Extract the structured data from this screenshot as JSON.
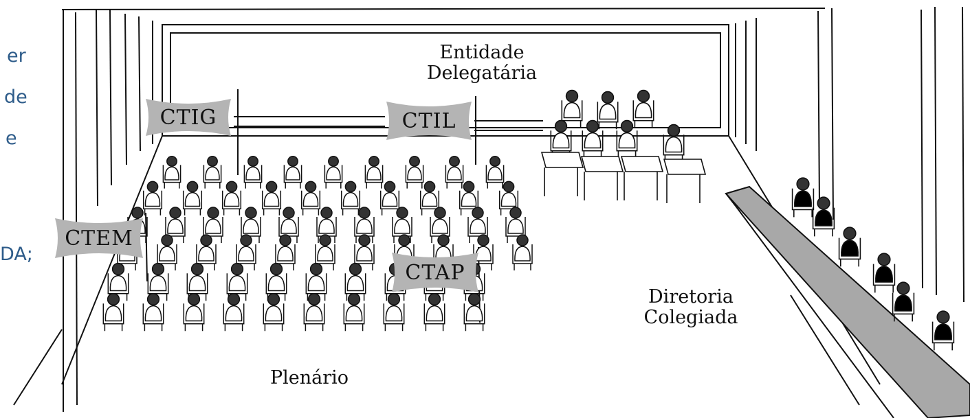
{
  "slide_fragments": [
    "er",
    "de",
    "e",
    "DA;"
  ],
  "labels": {
    "entidade_line1": "Entidade",
    "entidade_line2": "Delegatária",
    "diretoria_line1": "Diretoria",
    "diretoria_line2": "Colegiada",
    "plenario": "Plenário"
  },
  "tags": {
    "ctig": "CTIG",
    "ctil": "CTIL",
    "ctem": "CTEM",
    "ctap": "CTAP"
  },
  "colors": {
    "tag_fill": "#b4b4b4",
    "slide_text": "#2e5c8a",
    "table_fill": "#a8a8a8"
  }
}
